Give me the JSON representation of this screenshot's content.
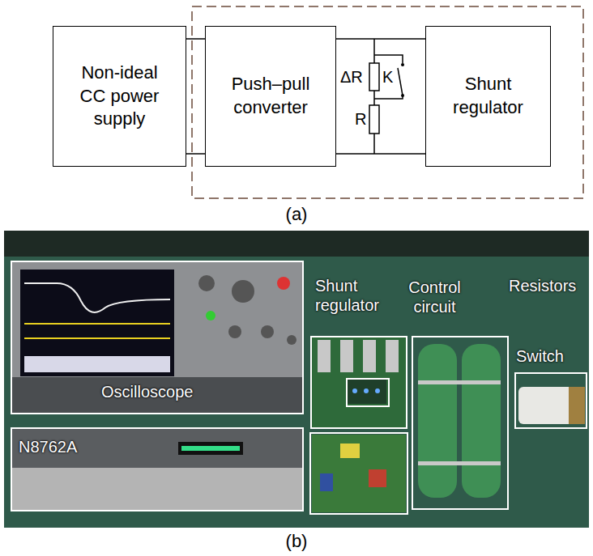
{
  "diagram": {
    "nodes": [
      {
        "text": [
          "Non-ideal CC power supply"
        ]
      },
      {
        "text": [
          "Push–pull converter"
        ]
      },
      {
        "text": [
          "Shunt regulator"
        ]
      },
      {
        "text": [
          "Oscilloscope"
        ]
      },
      {
        "text": [
          "N8762A"
        ]
      },
      {
        "text": [
          "Shunt regulator"
        ]
      },
      {
        "text": [
          "Control circuit"
        ],
        "in": 5
      },
      {
        "text": [
          "Resistors"
        ]
      },
      {
        "text": [
          "Switch"
        ]
      }
    ],
    "edges": [
      {
        "from": 0,
        "to": 1,
        "arrow": "none"
      },
      {
        "from": 1,
        "to": 2,
        "arrow": "none"
      }
    ],
    "labels": [
      "ΔR",
      "R",
      "K",
      "(a)",
      "(b)"
    ]
  }
}
